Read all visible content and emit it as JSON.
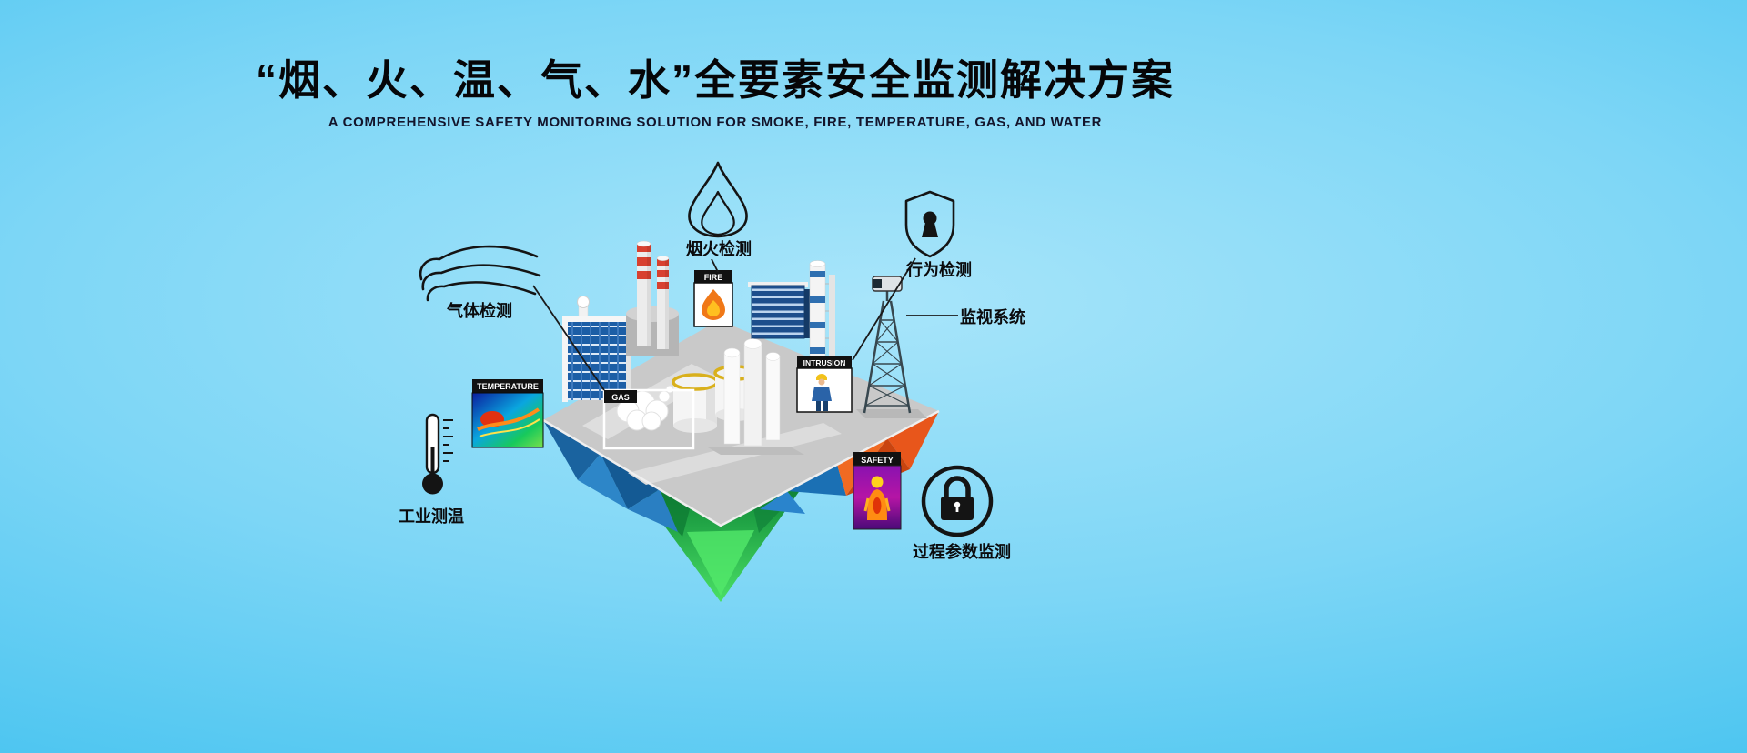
{
  "page": {
    "title": "“烟、火、温、气、水”全要素安全监测解决方案",
    "subtitle": "A COMPREHENSIVE SAFETY MONITORING SOLUTION FOR SMOKE, FIRE, TEMPERATURE, GAS, AND WATER"
  },
  "callouts": [
    {
      "id": "gas-detection",
      "label": "气体检测",
      "icon": "gas-waves-icon"
    },
    {
      "id": "smoke-fire-detection",
      "label": "烟火检测",
      "icon": "flame-drop-icon"
    },
    {
      "id": "behavior-detection",
      "label": "行为检测",
      "icon": "shield-keyhole-icon"
    },
    {
      "id": "surveillance-system",
      "label": "监视系统",
      "icon": "cctv-camera-icon"
    },
    {
      "id": "industrial-temperature",
      "label": "工业测温",
      "icon": "thermometer-icon"
    },
    {
      "id": "process-parameters",
      "label": "过程参数监测",
      "icon": "lock-circle-icon"
    }
  ],
  "scene_tags": {
    "temperature": "TEMPERATURE",
    "fire": "FIRE",
    "gas": "GAS",
    "intrusion": "INTRUSION",
    "safety": "SAFETY"
  },
  "colors": {
    "background_edge": "#27b3e9",
    "background_center": "#a8e5fa",
    "title_text": "#060608",
    "island_gray": "#c9c9c9",
    "island_orange": "#e8561b",
    "island_blue": "#1f74b8",
    "island_green": "#2fbf4e",
    "tag_label_bg": "#111111",
    "fire_flame": "#f07818"
  }
}
